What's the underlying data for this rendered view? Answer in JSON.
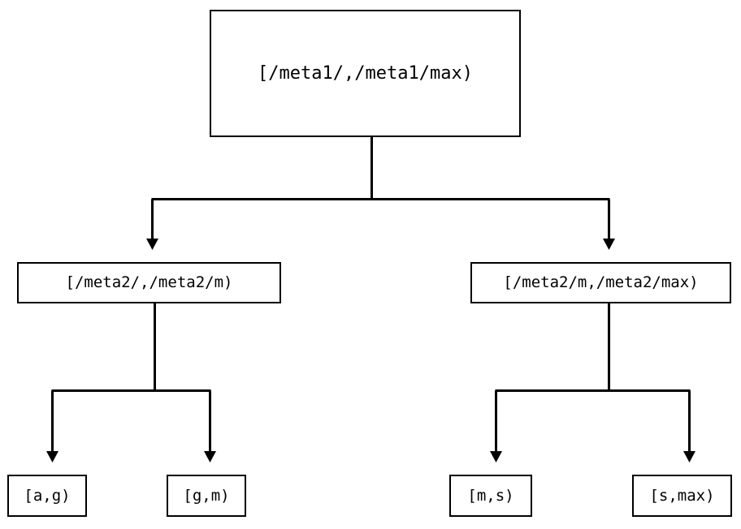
{
  "diagram": {
    "title": "range-partition-tree",
    "type": "tree",
    "orientation": "top-down",
    "colors": {
      "background": "#ffffff",
      "stroke": "#000000",
      "text": "#000000",
      "node_fill": "#ffffff"
    },
    "nodes": {
      "root": {
        "id": "root",
        "label": "[/meta1/,/meta1/max)",
        "level": 0
      },
      "mid_left": {
        "id": "mid-left",
        "label": "[/meta2/,/meta2/m)",
        "level": 1
      },
      "mid_right": {
        "id": "mid-right",
        "label": "[/meta2/m,/meta2/max)",
        "level": 1
      },
      "leaf_ag": {
        "id": "leaf-ag",
        "label": "[a,g)",
        "level": 2
      },
      "leaf_gm": {
        "id": "leaf-gm",
        "label": "[g,m)",
        "level": 2
      },
      "leaf_ms": {
        "id": "leaf-ms",
        "label": "[m,s)",
        "level": 2
      },
      "leaf_smax": {
        "id": "leaf-smax",
        "label": "[s,max)",
        "level": 2
      }
    },
    "edges": [
      {
        "from": "root",
        "to": "mid_left",
        "arrow": "triangle-down"
      },
      {
        "from": "root",
        "to": "mid_right",
        "arrow": "triangle-down"
      },
      {
        "from": "mid_left",
        "to": "leaf_ag",
        "arrow": "triangle-down"
      },
      {
        "from": "mid_left",
        "to": "leaf_gm",
        "arrow": "triangle-down"
      },
      {
        "from": "mid_right",
        "to": "leaf_ms",
        "arrow": "triangle-down"
      },
      {
        "from": "mid_right",
        "to": "leaf_smax",
        "arrow": "triangle-down"
      }
    ]
  }
}
